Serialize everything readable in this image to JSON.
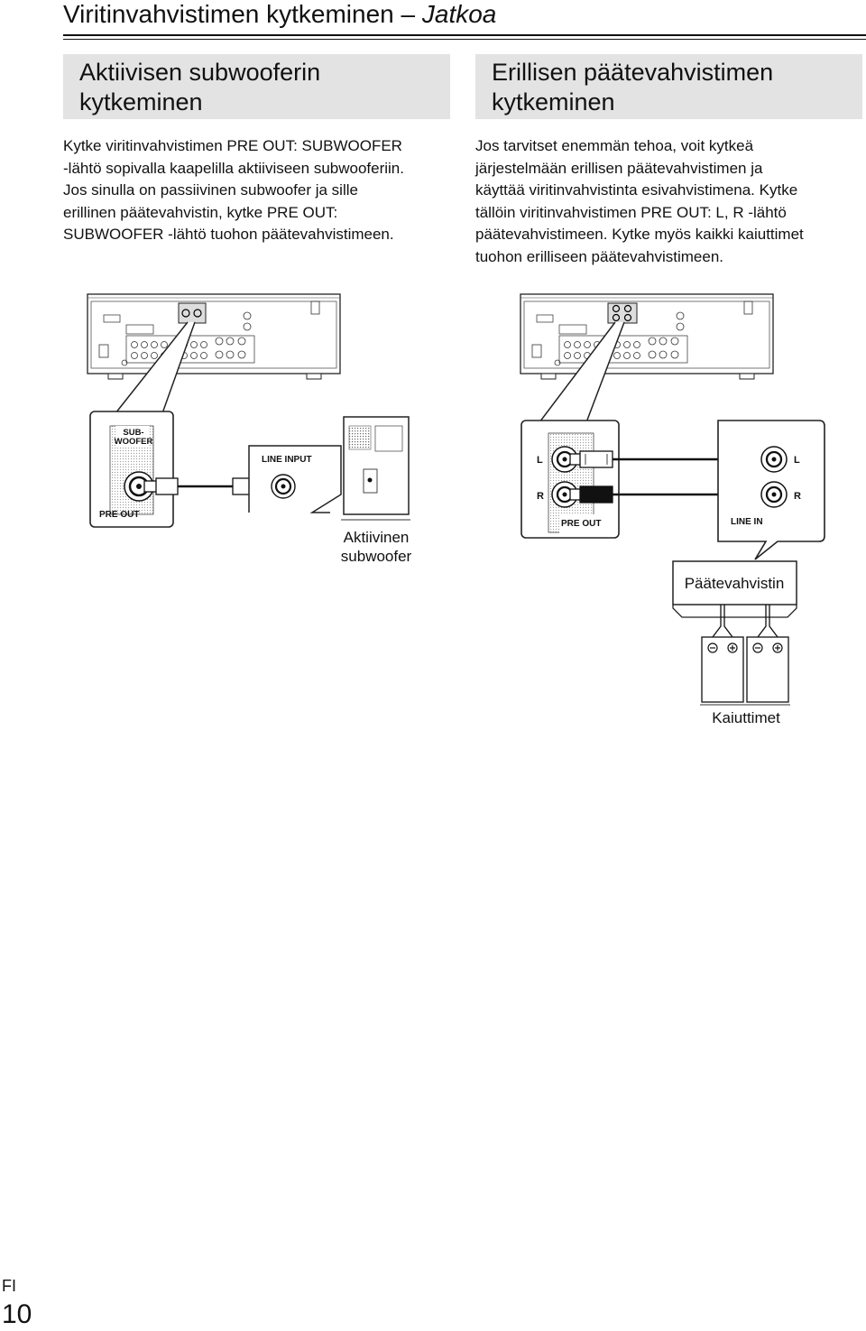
{
  "header": {
    "title": "Viritinvahvistimen kytkeminen",
    "title_separator": "–",
    "subtitle": "Jatkoa"
  },
  "left_section": {
    "heading_line1": "Aktiivisen subwooferin",
    "heading_line2": "kytkeminen",
    "body_lines": [
      "Kytke viritinvahvistimen PRE OUT: SUBWOOFER",
      "-lähtö sopivalla kaapelilla aktiiviseen subwooferiin.",
      "Jos sinulla on passiivinen subwoofer ja sille",
      "erillinen päätevahvistin, kytke PRE OUT:",
      "SUBWOOFER -lähtö tuohon päätevahvistimeen."
    ]
  },
  "right_section": {
    "heading_line1": "Erillisen päätevahvistimen",
    "heading_line2": "kytkeminen",
    "body_lines": [
      "Jos tarvitset enemmän tehoa, voit kytkeä",
      "järjestelmään erillisen päätevahvistimen ja",
      "käyttää viritinvahvistinta esivahvistimena. Kytke",
      "tällöin viritinvahvistimen PRE OUT: L, R -lähtö",
      "päätevahvistimeen. Kytke myös kaikki kaiuttimet",
      "tuohon erilliseen päätevahvistimeen."
    ]
  },
  "diagram_labels": {
    "subwoofer_jack_line1": "SUB-",
    "subwoofer_jack_line2": "WOOFER",
    "pre_out_left": "PRE OUT",
    "line_input": "LINE INPUT",
    "active_sub_line1": "Aktiivinen",
    "active_sub_line2": "subwoofer",
    "pre_out_right": "PRE OUT",
    "line_in": "LINE IN",
    "l_left": "L",
    "r_left": "R",
    "l_right": "L",
    "r_right": "R",
    "power_amp": "Päätevahvistin",
    "speakers": "Kaiuttimet"
  },
  "footer": {
    "language": "FI",
    "page_number": "10"
  }
}
